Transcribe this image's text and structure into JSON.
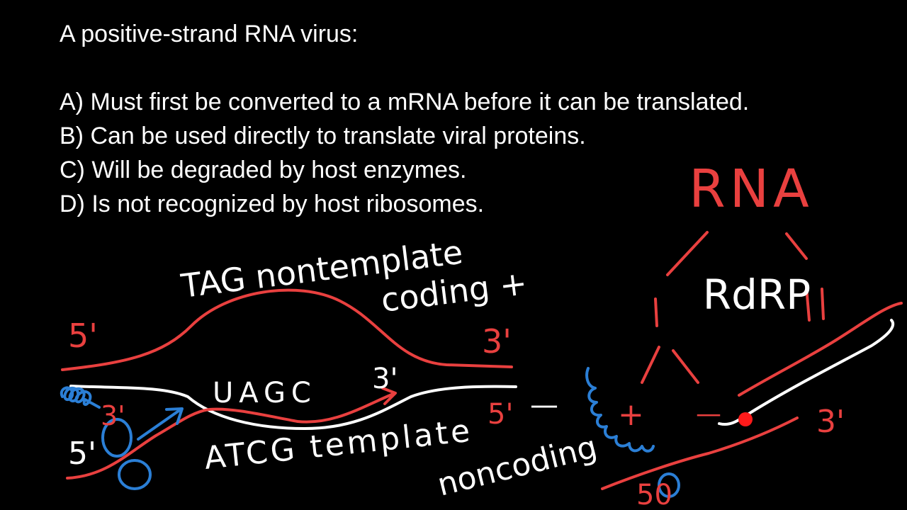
{
  "question": {
    "stem": "A positive-strand RNA virus:",
    "options": [
      "A) Must first be converted to a mRNA before it can be translated.",
      "B) Can be used directly to translate viral proteins.",
      "C) Will be degraded by host enzymes.",
      "D) Is not recognized by host ribosomes."
    ]
  },
  "annotations": {
    "rna": "RNA",
    "rdrp": "RdRP",
    "tag_nontemplate": "TAG nontemplate",
    "coding_plus": "coding +",
    "five_prime_top": "5'",
    "three_prime_top": "3'",
    "uagc": "UAGC",
    "three_prime_arrow": "3'",
    "five_prime_right": "5'",
    "minus_sign": "—",
    "three_prime_left": "3'",
    "five_prime_left": "5'",
    "atcg_template": "ATCG template",
    "noncoding": "noncoding",
    "plus_sign": "+",
    "minus_small": "—",
    "three_prime_far_right": "3'",
    "fifty_label": "50"
  },
  "colors": {
    "background": "#000000",
    "text": "#ffffff",
    "red_ink": "#e9403f",
    "blue_ink": "#2b7fd6",
    "ribosome_dot": "#ff1a1a"
  }
}
